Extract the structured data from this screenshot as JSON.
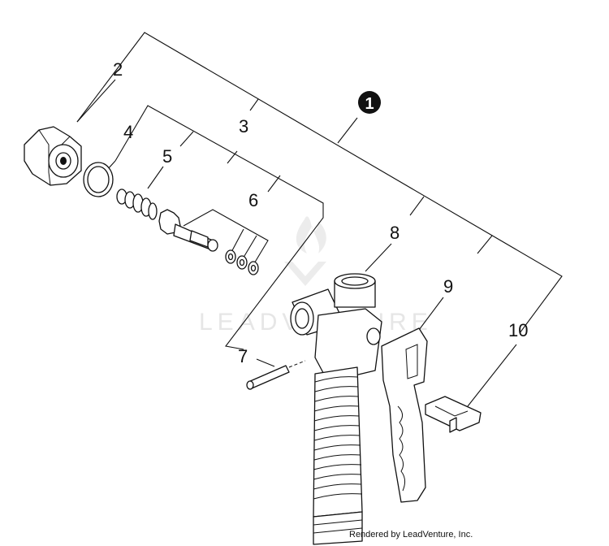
{
  "diagram": {
    "callouts": {
      "c1": "1",
      "c2": "2",
      "c3": "3",
      "c4": "4",
      "c5": "5",
      "c6": "6",
      "c7": "7",
      "c8": "8",
      "c9": "9",
      "c10": "10"
    },
    "watermark": "LEADVENTURE",
    "credit": "Rendered by LeadVenture, Inc."
  }
}
